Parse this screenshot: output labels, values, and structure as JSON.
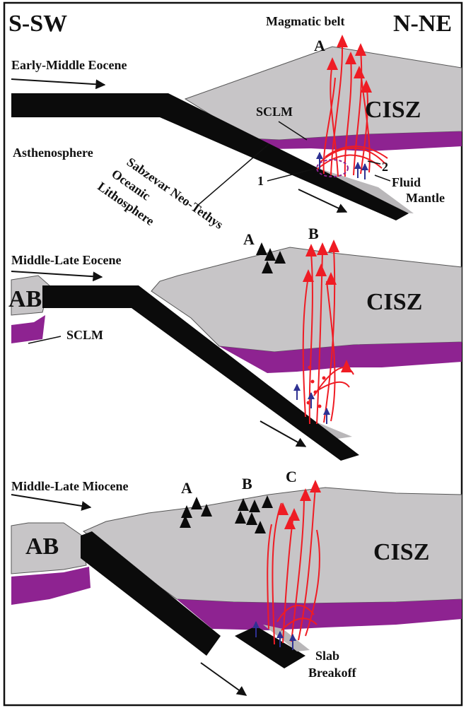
{
  "direction": {
    "left": "S-SW",
    "right": "N-NE"
  },
  "colors": {
    "crust": "#c7c5c7",
    "sclm": "#8e2391",
    "slab": "#0b0b0b",
    "magma": "#ef1c24",
    "fluid_arrow": "#2e3192",
    "inactive_volcano": "#0b0b0b"
  },
  "panel1": {
    "title": "Early-Middle Eocene",
    "magmatic_belt": "Magmatic belt",
    "belt_letter": "A",
    "plate": "CISZ",
    "sclm": "SCLM",
    "asthenosphere": "Asthenosphere",
    "slab_name": [
      "Sabzevar Neo-Tethys",
      "Oceanic",
      "Lithosphere"
    ],
    "marker_1": "1",
    "marker_2": "2",
    "fluid": "Fluid",
    "mantle": "Mantle"
  },
  "panel2": {
    "title": "Middle-Late Eocene",
    "belt_a": "A",
    "belt_b": "B",
    "ab": "AB",
    "sclm": "SCLM",
    "plate": "CISZ"
  },
  "panel3": {
    "title": "Middle-Late Miocene",
    "belt_a": "A",
    "belt_b": "B",
    "belt_c": "C",
    "ab": "AB",
    "plate": "CISZ",
    "breakoff": [
      "Slab",
      "Breakoff"
    ]
  }
}
